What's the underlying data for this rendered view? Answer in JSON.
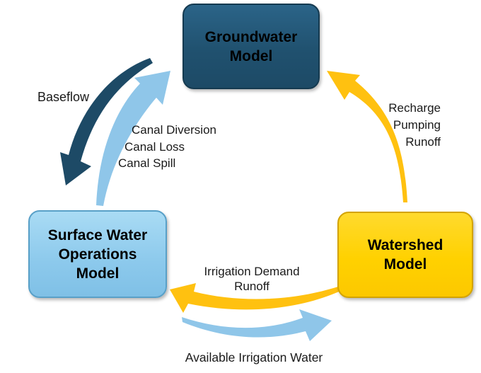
{
  "diagram": {
    "nodes": {
      "groundwater": {
        "label": "Groundwater\nModel",
        "fill": "#20516F",
        "text_color": "#000000"
      },
      "surface_water": {
        "label": "Surface Water\nOperations\nModel",
        "fill": "#8CC9EC",
        "text_color": "#000000"
      },
      "watershed": {
        "label": "Watershed\nModel",
        "fill": "#FFD100",
        "text_color": "#000000"
      }
    },
    "edges": {
      "baseflow": {
        "from": "Groundwater Model",
        "to": "Surface Water Operations Model",
        "label": "Baseflow",
        "color": "#1D4A66"
      },
      "canal": {
        "from": "Surface Water Operations Model",
        "to": "Groundwater Model",
        "labels": [
          "Canal Diversion",
          "Canal Loss",
          "Canal Spill"
        ],
        "color": "#8FC6E9"
      },
      "recharge": {
        "from": "Watershed Model",
        "to": "Groundwater Model",
        "label_block": "Recharge\nPumping\nRunoff",
        "labels": [
          "Recharge",
          "Pumping",
          "Runoff"
        ],
        "color": "#FFC110"
      },
      "irrigation_demand": {
        "from": "Watershed Model",
        "to": "Surface Water Operations Model",
        "label_block": "Irrigation Demand\nRunoff",
        "labels": [
          "Irrigation Demand",
          "Runoff"
        ],
        "color": "#FFC110"
      },
      "available_water": {
        "from": "Surface Water Operations Model",
        "to": "Watershed Model",
        "label": "Available Irrigation Water",
        "color": "#8FC6E9"
      }
    }
  }
}
